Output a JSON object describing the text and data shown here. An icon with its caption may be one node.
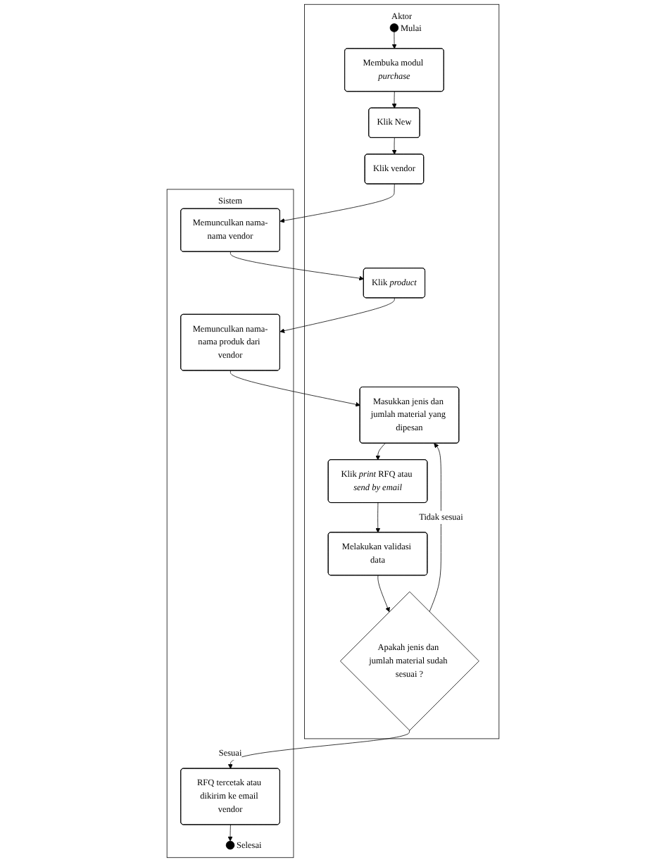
{
  "diagram": {
    "nodes": [
      {
        "text": [
          "Aktor"
        ]
      },
      {
        "text": [
          "Sistem"
        ]
      },
      {
        "text": [],
        "shape": "circle",
        "beside": [
          "Mulai"
        ],
        "in": 0
      },
      {
        "text": [
          "Membuka modul *purchase*"
        ],
        "in": 0
      },
      {
        "text": [
          "Klik New"
        ],
        "in": 0
      },
      {
        "text": [
          "Klik vendor"
        ],
        "in": 0
      },
      {
        "text": [
          "Memunculkan nama-nama vendor"
        ],
        "in": 1
      },
      {
        "text": [
          "Klik *product*"
        ],
        "in": 0
      },
      {
        "text": [
          "Memunculkan nama-nama produk dari vendor"
        ],
        "in": 1
      },
      {
        "text": [
          "Masukkan jenis dan jumlah material yang dipesan"
        ],
        "in": 0
      },
      {
        "text": [
          "Klik *print* RFQ atau *send by email*"
        ],
        "in": 0
      },
      {
        "text": [
          "Melakukan validasi data"
        ],
        "in": 0
      },
      {
        "text": [
          "Apakah jenis dan jumlah material sudah sesuai ?"
        ],
        "in": 0
      },
      {
        "text": [
          "RFQ tercetak atau dikirim ke email vendor"
        ],
        "in": 1
      },
      {
        "text": [],
        "shape": "circle",
        "beside": [
          "Selesai"
        ],
        "in": 1
      }
    ],
    "edges": [
      {
        "from": 2,
        "to": 3,
        "arrow": "to"
      },
      {
        "from": 3,
        "to": 4,
        "arrow": "to"
      },
      {
        "from": 4,
        "to": 5,
        "arrow": "to"
      },
      {
        "from": 5,
        "to": 6,
        "arrow": "to"
      },
      {
        "from": 6,
        "to": 7,
        "arrow": "to"
      },
      {
        "from": 7,
        "to": 8,
        "arrow": "to"
      },
      {
        "from": 8,
        "to": 9,
        "arrow": "to"
      },
      {
        "from": 9,
        "to": 10,
        "arrow": "to"
      },
      {
        "from": 10,
        "to": 11,
        "arrow": "to"
      },
      {
        "from": 11,
        "to": 12,
        "arrow": "to"
      },
      {
        "from": 12,
        "to": 9,
        "label": "Tidak sesuai",
        "arrow": "to"
      },
      {
        "from": 12,
        "to": 13,
        "label": "Sesuai",
        "arrow": "to"
      },
      {
        "from": 13,
        "to": 14,
        "arrow": "to"
      }
    ]
  }
}
